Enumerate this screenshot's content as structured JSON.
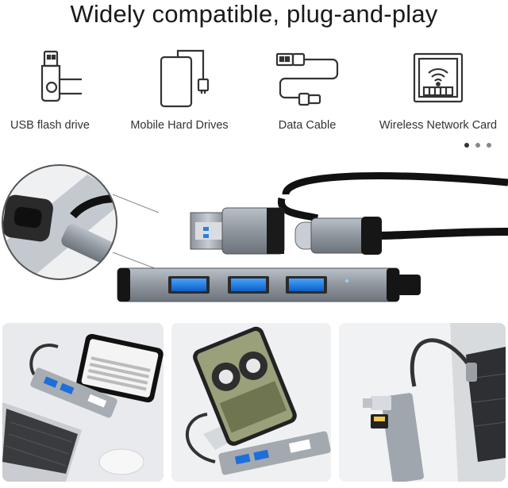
{
  "headline": "Widely compatible, plug-and-play",
  "devices": [
    {
      "label": "USB flash drive",
      "icon": "usb-flash-drive-icon"
    },
    {
      "label": "Mobile Hard Drives",
      "icon": "mobile-hard-drive-icon"
    },
    {
      "label": "Data Cable",
      "icon": "data-cable-icon"
    },
    {
      "label": "Wireless Network Card",
      "icon": "wireless-network-card-icon"
    }
  ],
  "carousel": {
    "count": 3,
    "active": 0
  },
  "photos": [
    {
      "name": "hub-with-laptop-and-phone-photo"
    },
    {
      "name": "hub-with-phone-stand-photo"
    },
    {
      "name": "hub-with-card-reader-photo"
    }
  ]
}
